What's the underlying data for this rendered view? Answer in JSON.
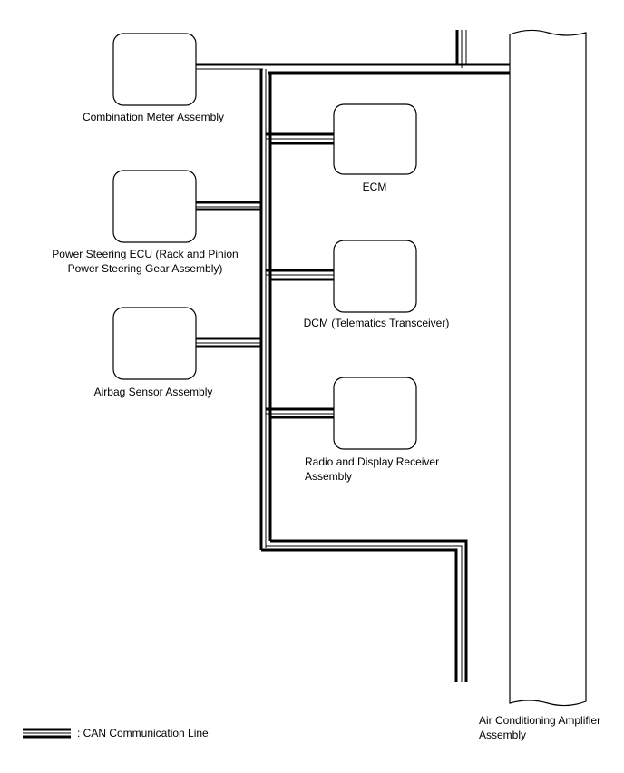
{
  "nodes": {
    "combination_meter": {
      "lines": [
        "Combination Meter Assembly"
      ]
    },
    "power_steering": {
      "lines": [
        "Power Steering ECU (Rack and Pinion",
        "Power Steering Gear Assembly)"
      ]
    },
    "airbag": {
      "lines": [
        "Airbag Sensor Assembly"
      ]
    },
    "ecm": {
      "lines": [
        "ECM"
      ]
    },
    "dcm": {
      "lines": [
        "DCM (Telematics Transceiver)"
      ]
    },
    "radio": {
      "lines": [
        "Radio and Display Receiver",
        "Assembly"
      ]
    },
    "ac_amplifier": {
      "lines": [
        "Air Conditioning Amplifier",
        "Assembly"
      ]
    }
  },
  "legend": {
    "label": ": CAN Communication Line"
  },
  "colors": {
    "line": "#000000",
    "background": "#ffffff"
  }
}
